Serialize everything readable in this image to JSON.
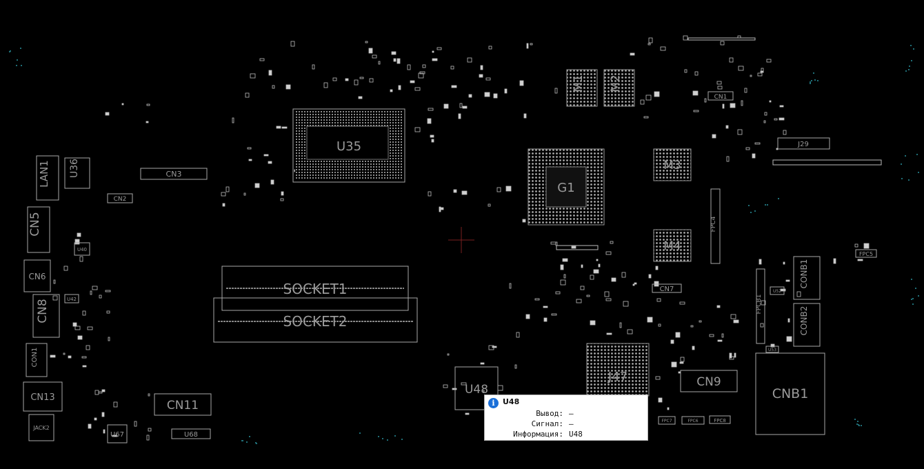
{
  "board": {
    "components": [
      {
        "id": "u35",
        "label": "U35"
      },
      {
        "id": "g1",
        "label": "G1"
      },
      {
        "id": "m1",
        "label": "M1"
      },
      {
        "id": "m2",
        "label": "M2"
      },
      {
        "id": "m3",
        "label": "M3"
      },
      {
        "id": "m4",
        "label": "M4"
      },
      {
        "id": "j47",
        "label": "J47"
      },
      {
        "id": "u48",
        "label": "U48"
      },
      {
        "id": "cnb1",
        "label": "CNB1"
      },
      {
        "id": "conb1",
        "label": "CONB1"
      },
      {
        "id": "conb2",
        "label": "CONB2"
      },
      {
        "id": "fpcb1",
        "label": "FPCB1"
      },
      {
        "id": "fpc4",
        "label": "FPC4"
      },
      {
        "id": "fpc5",
        "label": "FPC5"
      },
      {
        "id": "fpc7",
        "label": "FPC7"
      },
      {
        "id": "fpc8",
        "label": "FPC8"
      },
      {
        "id": "fpc6",
        "label": "FPC6"
      },
      {
        "id": "cn9",
        "label": "CN9"
      },
      {
        "id": "cn7",
        "label": "CN7"
      },
      {
        "id": "cn1",
        "label": "CN1"
      },
      {
        "id": "j29",
        "label": "J29"
      },
      {
        "id": "cn3",
        "label": "CN3"
      },
      {
        "id": "cn2",
        "label": "CN2"
      },
      {
        "id": "lan1",
        "label": "LAN1"
      },
      {
        "id": "u36",
        "label": "U36"
      },
      {
        "id": "cn5",
        "label": "CN5"
      },
      {
        "id": "u40",
        "label": "U40"
      },
      {
        "id": "cn6",
        "label": "CN6"
      },
      {
        "id": "u42",
        "label": "U42"
      },
      {
        "id": "cn8",
        "label": "CN8"
      },
      {
        "id": "con1",
        "label": "CON1"
      },
      {
        "id": "cn13",
        "label": "CN13"
      },
      {
        "id": "jack2",
        "label": "JACK2"
      },
      {
        "id": "u67",
        "label": "U67"
      },
      {
        "id": "cn11",
        "label": "CN11"
      },
      {
        "id": "u68",
        "label": "U68"
      },
      {
        "id": "socket1",
        "label": "SOCKET1"
      },
      {
        "id": "socket2",
        "label": "SOCKET2"
      },
      {
        "id": "u52",
        "label": "U52"
      },
      {
        "id": "u53",
        "label": "U53"
      }
    ]
  },
  "tooltip": {
    "icon": "info-icon",
    "title": "U48",
    "rows": [
      {
        "key": "Вывод:",
        "value": "—"
      },
      {
        "key": "Сигнал:",
        "value": "—"
      },
      {
        "key": "Информация:",
        "value": "U48"
      }
    ]
  },
  "colors": {
    "background": "#000000",
    "outline": "#a8a8a8",
    "label": "#9a9a9a",
    "cursor": "#7a2020",
    "info": "#1a6fd8",
    "accent_dots": "#1f6f78"
  }
}
